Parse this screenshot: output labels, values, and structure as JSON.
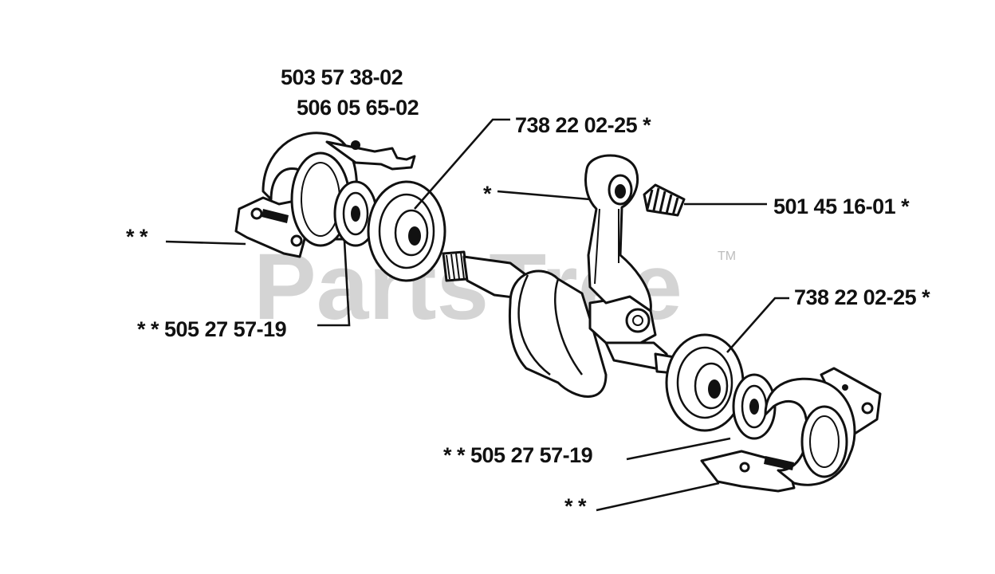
{
  "watermark": {
    "text": "PartsTree",
    "trademark": "TM"
  },
  "callouts": {
    "crankcase_bearing_left_a": "503 57 38-02",
    "crankcase_bearing_left_b": "506 05 65-02",
    "ball_bearing_left": "738 22 02-25  *",
    "connecting_rod": "*",
    "needle_bearing": "501 45 16-01  *",
    "crankcase_half_left": "* *",
    "seal_left": "* *  505 27 57-19",
    "ball_bearing_right": "738 22 02-25  *",
    "seal_right": "* *  505 27 57-19",
    "crankcase_half_right": "* *"
  }
}
